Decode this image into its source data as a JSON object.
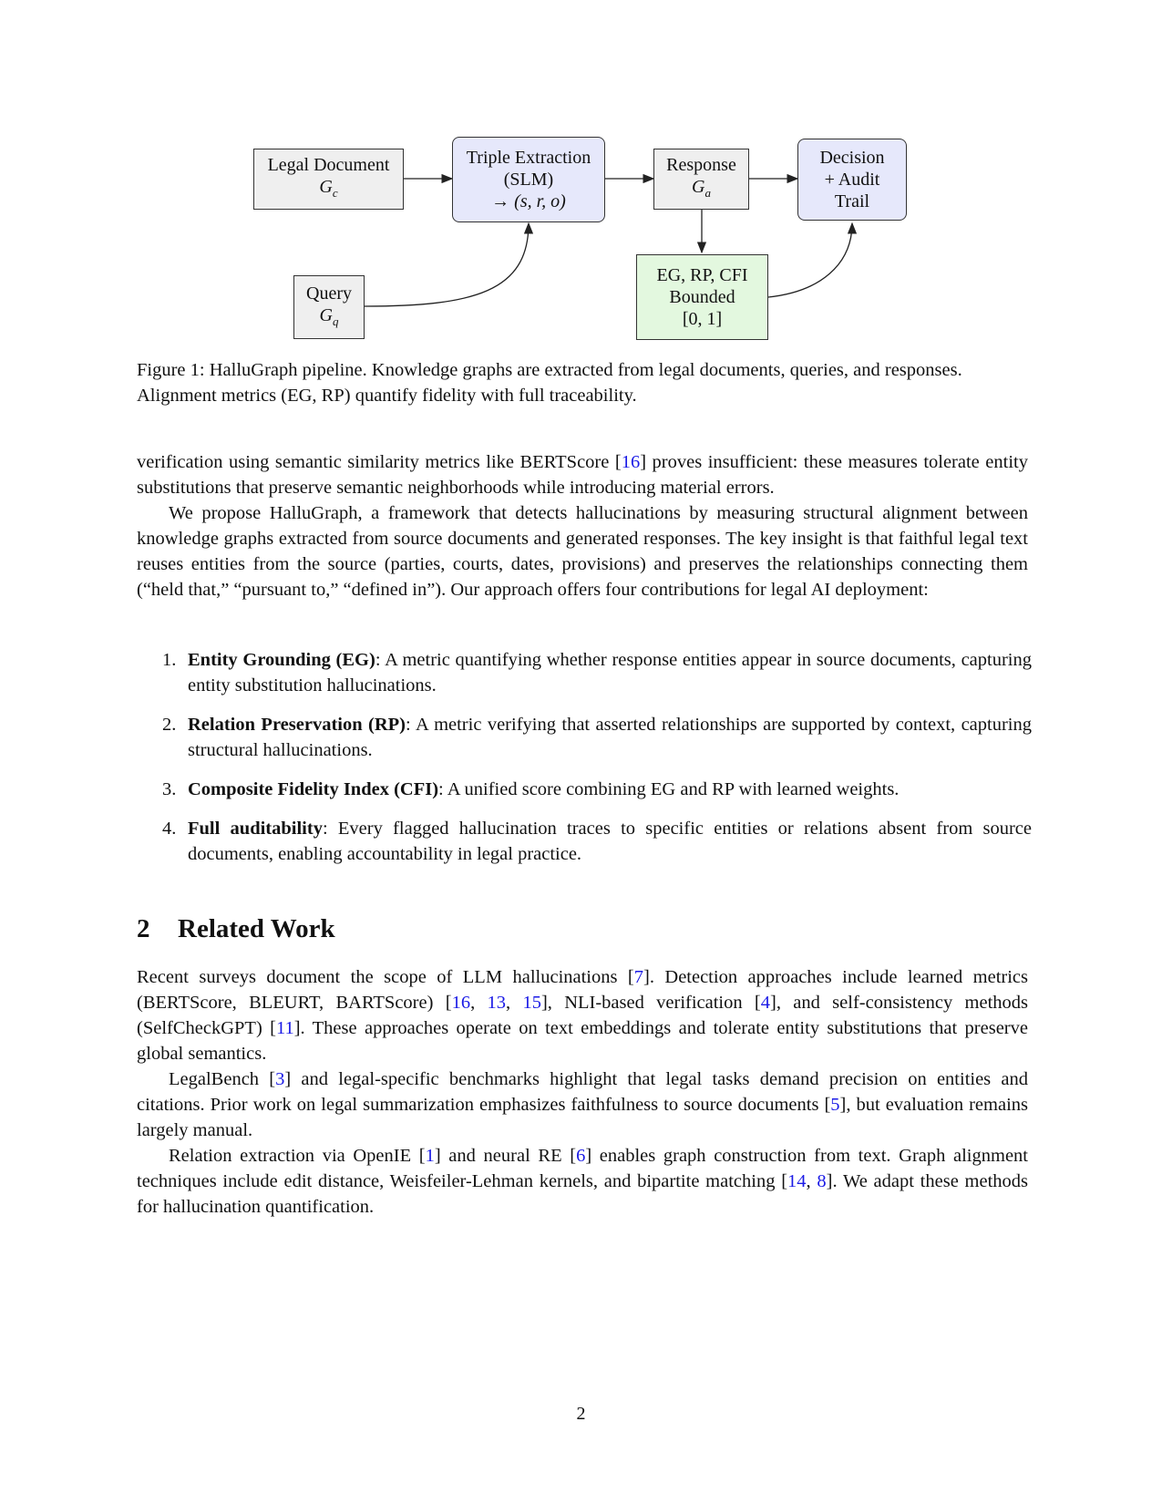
{
  "figure": {
    "nodes": {
      "legal_doc": {
        "line1": "Legal Document",
        "math": "G",
        "sub": "c"
      },
      "triple": {
        "line1": "Triple Extraction",
        "line2": "(SLM)",
        "line3": "→ (s, r, o)"
      },
      "response": {
        "line1": "Response",
        "math": "G",
        "sub": "a"
      },
      "decision": {
        "line1": "Decision",
        "line2": "+ Audit",
        "line3": "Trail"
      },
      "query": {
        "line1": "Query",
        "math": "G",
        "sub": "q"
      },
      "metrics": {
        "line1": "EG, RP, CFI",
        "line2": "Bounded",
        "line3": "[0, 1]"
      }
    },
    "caption_l1": "Figure 1: HalluGraph pipeline. Knowledge graphs are extracted from legal documents, queries, and responses.",
    "caption_l2": "Alignment metrics (EG, RP) quantify fidelity with full traceability."
  },
  "intro": {
    "p1": [
      "verification using semantic similarity metrics like BERTScore [",
      "16",
      "] proves insufficient: these measures tolerate entity substitutions that preserve semantic neighborhoods while introducing material errors."
    ],
    "p2": "We propose HalluGraph, a framework that detects hallucinations by measuring structural alignment between knowledge graphs extracted from source documents and generated responses. The key insight is that faithful legal text reuses entities from the source (parties, courts, dates, provisions) and preserves the relationships connecting them (“held that,” “pursuant to,” “defined in”). Our approach offers four contributions for legal AI deployment:"
  },
  "contributions": [
    {
      "num": "1.",
      "term": "Entity Grounding (EG)",
      "text": ": A metric quantifying whether response entities appear in source documents, capturing entity substitution hallucinations."
    },
    {
      "num": "2.",
      "term": "Relation Preservation (RP)",
      "text": ": A metric verifying that asserted relationships are supported by context, capturing structural hallucinations."
    },
    {
      "num": "3.",
      "term": "Composite Fidelity Index (CFI)",
      "text": ": A unified score combining EG and RP with learned weights."
    },
    {
      "num": "4.",
      "term": "Full auditability",
      "text": ": Every flagged hallucination traces to specific entities or relations absent from source documents, enabling accountability in legal practice."
    }
  ],
  "section": {
    "number": "2",
    "title": "Related Work"
  },
  "related": {
    "p1": [
      "Recent surveys document the scope of LLM hallucinations [",
      "7",
      "]. Detection approaches include learned metrics (BERTScore, BLEURT, BARTScore) [",
      "16",
      ", ",
      "13",
      ", ",
      "15",
      "], NLI-based verification [",
      "4",
      "], and self-consistency methods (SelfCheckGPT) [",
      "11",
      "]. These approaches operate on text embeddings and tolerate entity substitutions that preserve global semantics."
    ],
    "p2": [
      "LegalBench [",
      "3",
      "] and legal-specific benchmarks highlight that legal tasks demand precision on entities and citations. Prior work on legal summarization emphasizes faithfulness to source documents [",
      "5",
      "], but evaluation remains largely manual."
    ],
    "p3": [
      "Relation extraction via OpenIE [",
      "1",
      "] and neural RE [",
      "6",
      "] enables graph construction from text. Graph alignment techniques include edit distance, Weisfeiler-Lehman kernels, and bipartite matching [",
      "14",
      ", ",
      "8",
      "]. We adapt these methods for hallucination quantification."
    ]
  },
  "page_number": "2"
}
